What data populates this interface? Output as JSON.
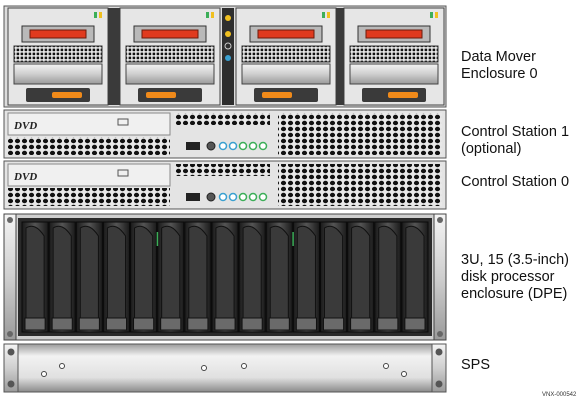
{
  "labels": {
    "data_mover": "Data Mover\nEnclosure 0",
    "control_station_1": "Control Station 1\n(optional)",
    "control_station_0": "Control Station 0",
    "dpe": "3U, 15 (3.5-inch)\ndisk processor\nenclosure (DPE)",
    "sps": "SPS"
  },
  "dvd_label": "DVD",
  "figure_code": "VNX-000542",
  "disk_count": 15,
  "colors": {
    "orange_handle": "#f08a1a",
    "red_latch": "#e03a1e",
    "led_blue": "#3aa0d0",
    "led_green": "#3cae58",
    "led_amber": "#f0c020",
    "chassis_gray": "#d8d8d8"
  }
}
